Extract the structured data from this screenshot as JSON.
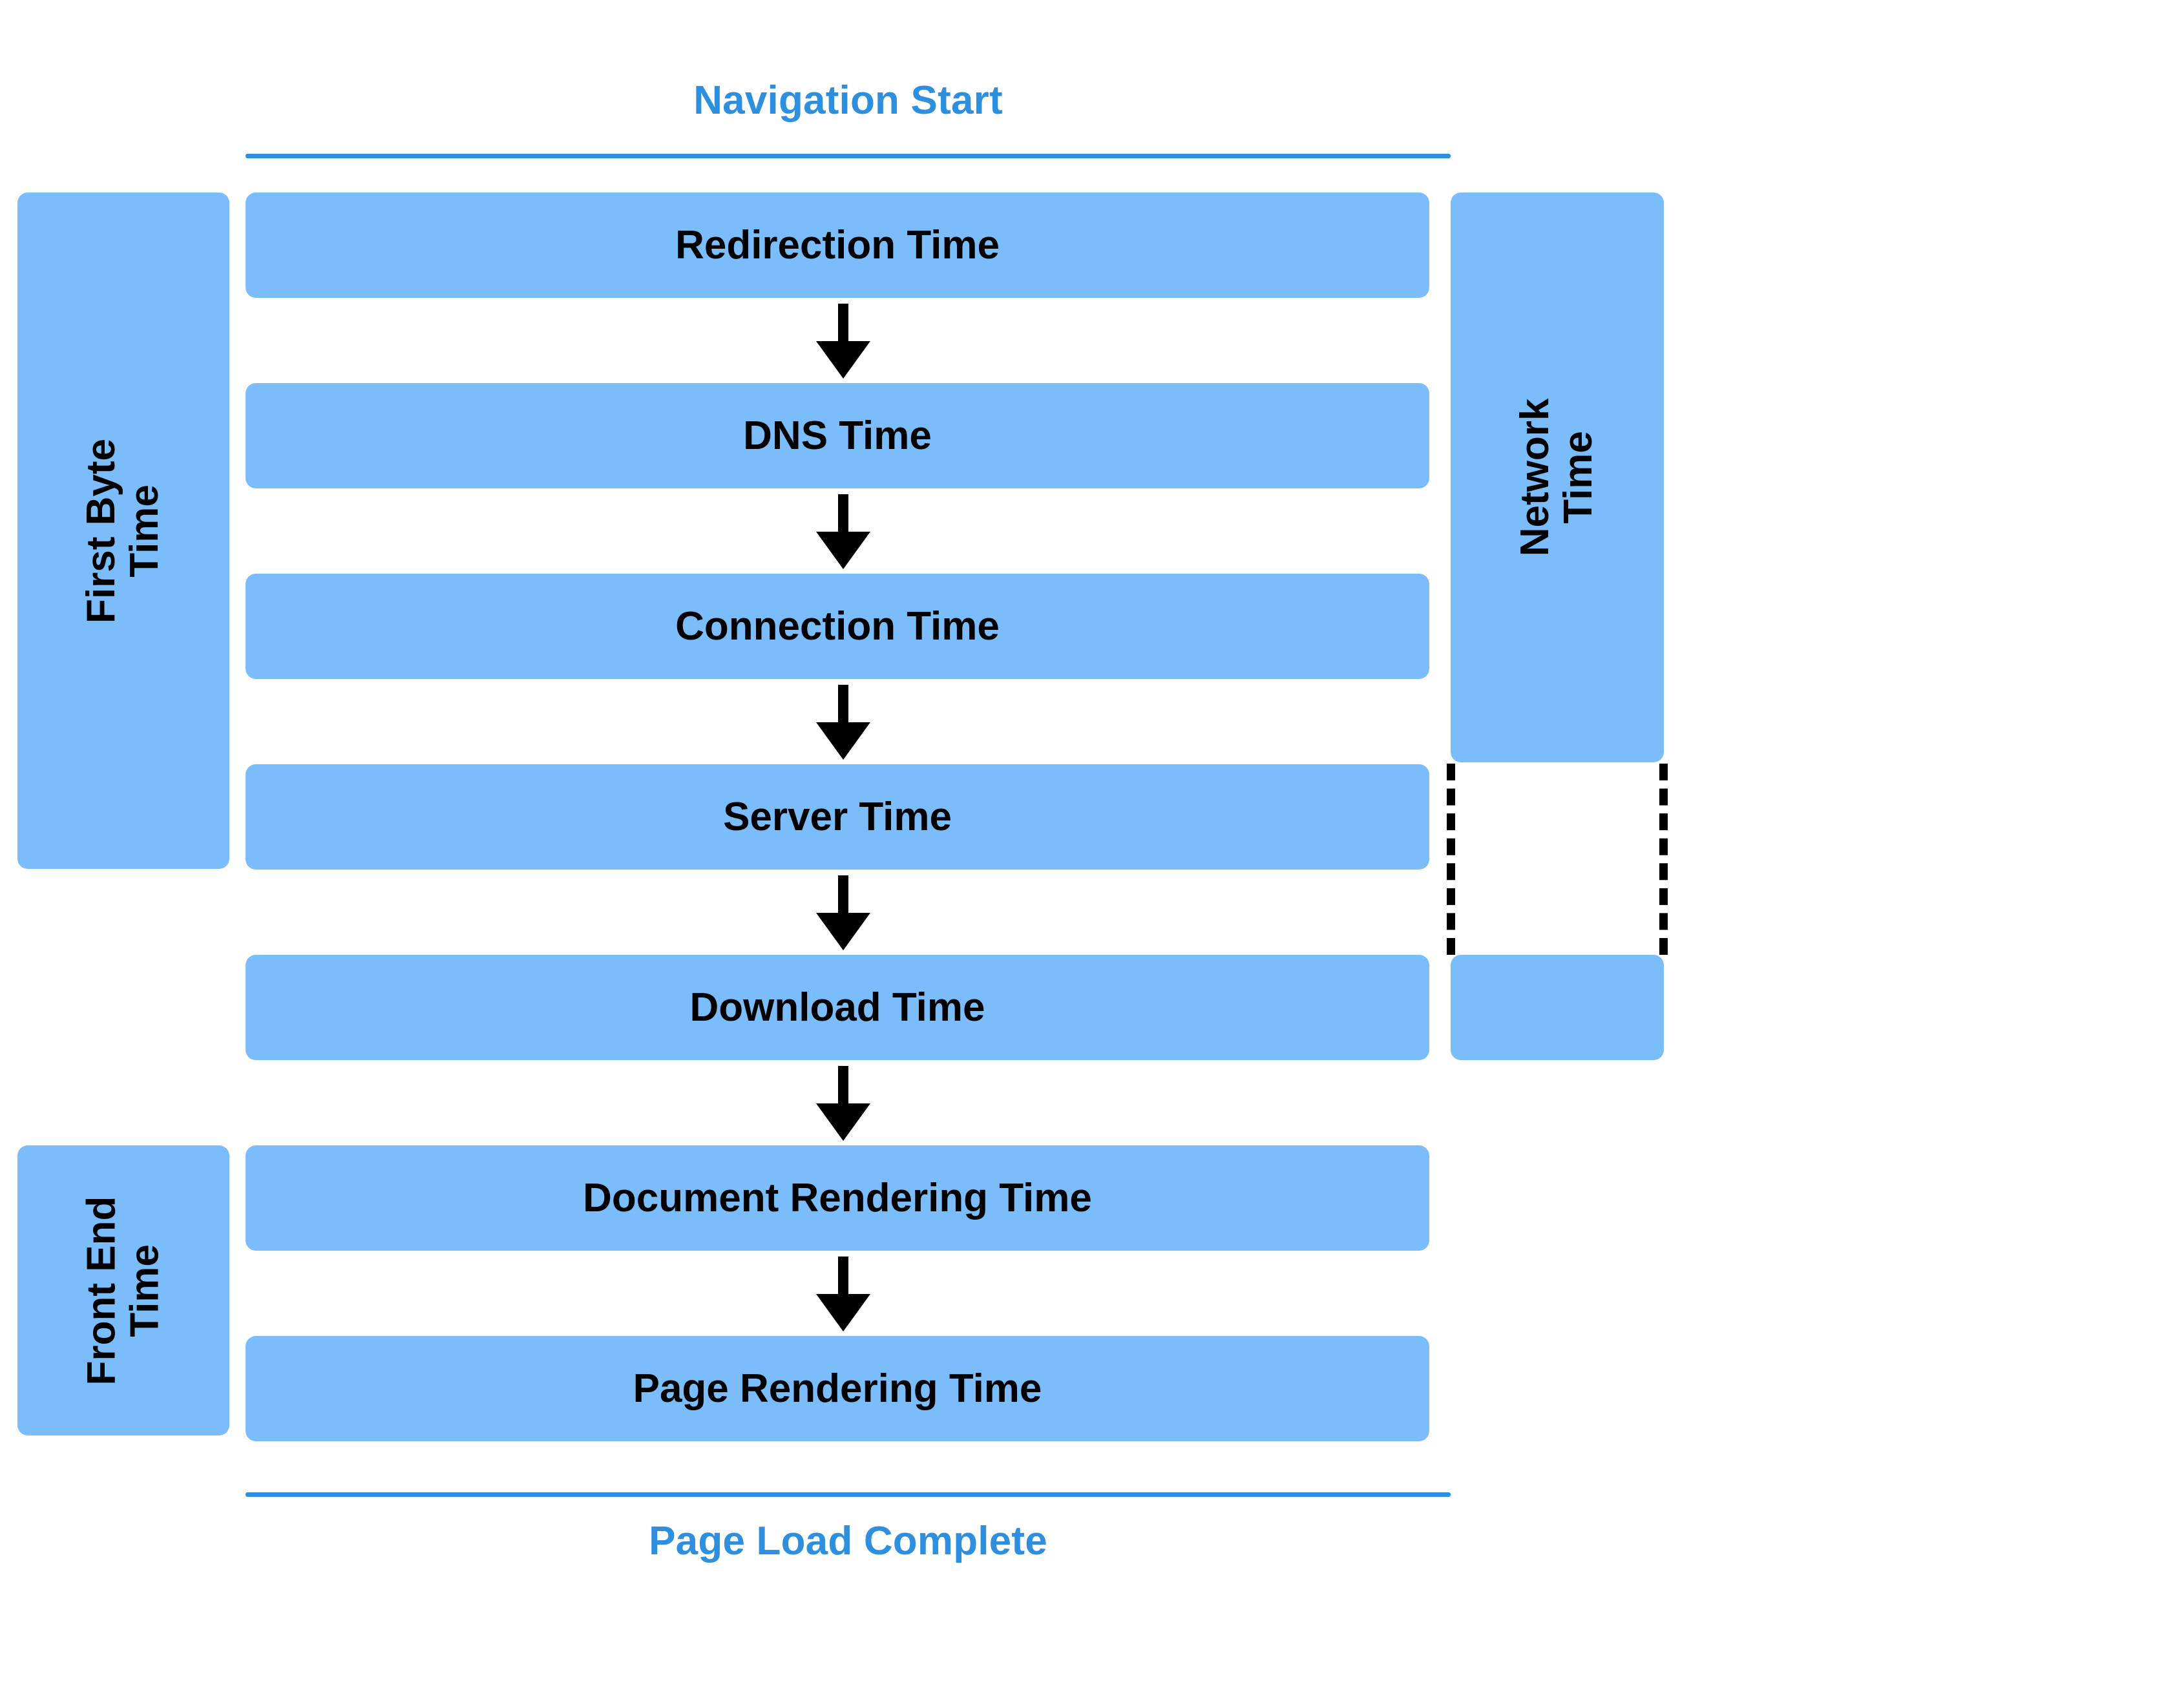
{
  "diagram": {
    "title_top": "Navigation Start",
    "title_bottom": "Page Load Complete",
    "accent_color": "#2E8FDE",
    "bar_color": "#7BBCFA",
    "arrow_color": "#000000",
    "stages": [
      {
        "label": "Redirection Time"
      },
      {
        "label": "DNS Time"
      },
      {
        "label": "Connection Time"
      },
      {
        "label": "Server Time"
      },
      {
        "label": "Download Time"
      },
      {
        "label": "Document Rendering Time"
      },
      {
        "label": "Page Rendering Time"
      }
    ],
    "left_groups": [
      {
        "label": "First Byte Time"
      },
      {
        "label": "Front End\nTime"
      }
    ],
    "right_groups": [
      {
        "label": "Network Time"
      }
    ],
    "arrows": [
      {
        "name": "arrow-redirection-to-dns"
      },
      {
        "name": "arrow-dns-to-connection"
      },
      {
        "name": "arrow-connection-to-server"
      },
      {
        "name": "arrow-server-to-download"
      },
      {
        "name": "arrow-download-to-document-rendering"
      },
      {
        "name": "arrow-document-rendering-to-page-rendering"
      }
    ]
  }
}
